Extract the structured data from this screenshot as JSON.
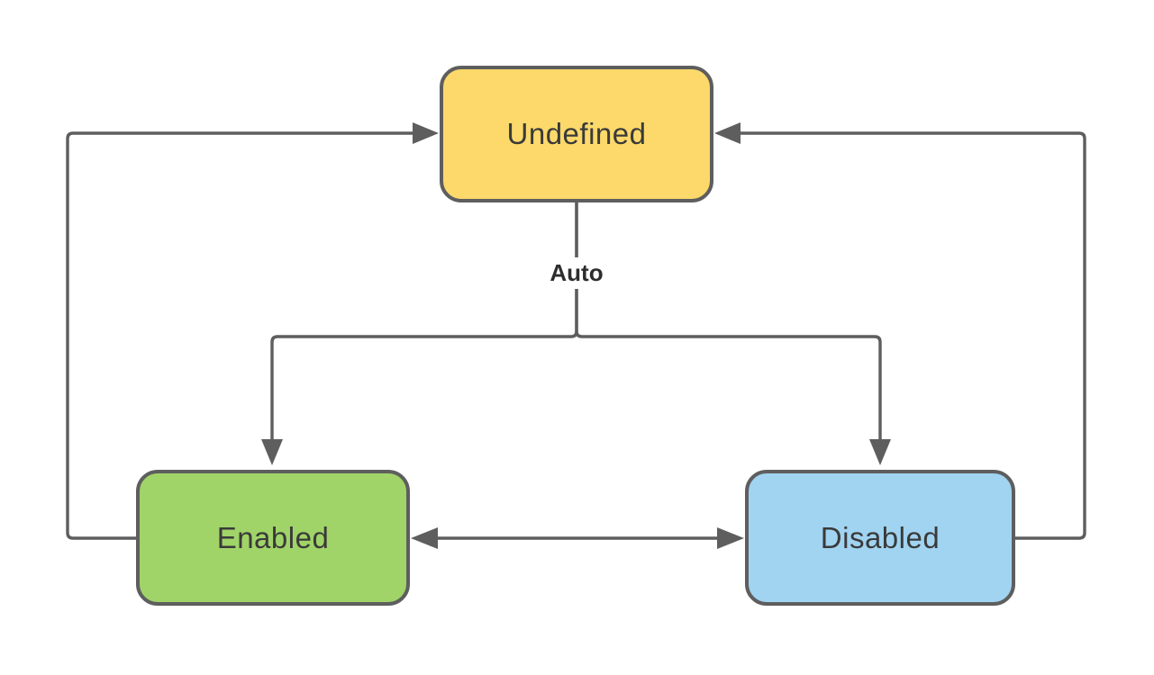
{
  "diagram": {
    "type": "state-diagram",
    "background": "#ffffff",
    "nodes": [
      {
        "id": "undefined",
        "label": "Undefined",
        "fill": "#FCD96A",
        "border": "#5E5E5E"
      },
      {
        "id": "enabled",
        "label": "Enabled",
        "fill": "#A0D468",
        "border": "#5E5E5E"
      },
      {
        "id": "disabled",
        "label": "Disabled",
        "fill": "#A0D4F1",
        "border": "#5E5E5E"
      }
    ],
    "edges": [
      {
        "from": "Undefined",
        "to": "Enabled",
        "label": "Auto",
        "arrow": "to"
      },
      {
        "from": "Undefined",
        "to": "Disabled",
        "label": "Auto",
        "arrow": "to"
      },
      {
        "from": "Enabled",
        "to": "Undefined",
        "label": "",
        "arrow": "to"
      },
      {
        "from": "Disabled",
        "to": "Undefined",
        "label": "",
        "arrow": "to"
      },
      {
        "from": "Enabled",
        "to": "Disabled",
        "label": "",
        "arrow": "both"
      }
    ],
    "auto_label": "Auto",
    "colors": {
      "line": "#5E5E5E",
      "node_border": "#5E5E5E",
      "node_text": "#3A3A3A",
      "edge_label_text": "#2D2D2D",
      "undefined_fill": "#FCD96A",
      "enabled_fill": "#A0D468",
      "disabled_fill": "#A0D4F1"
    }
  }
}
